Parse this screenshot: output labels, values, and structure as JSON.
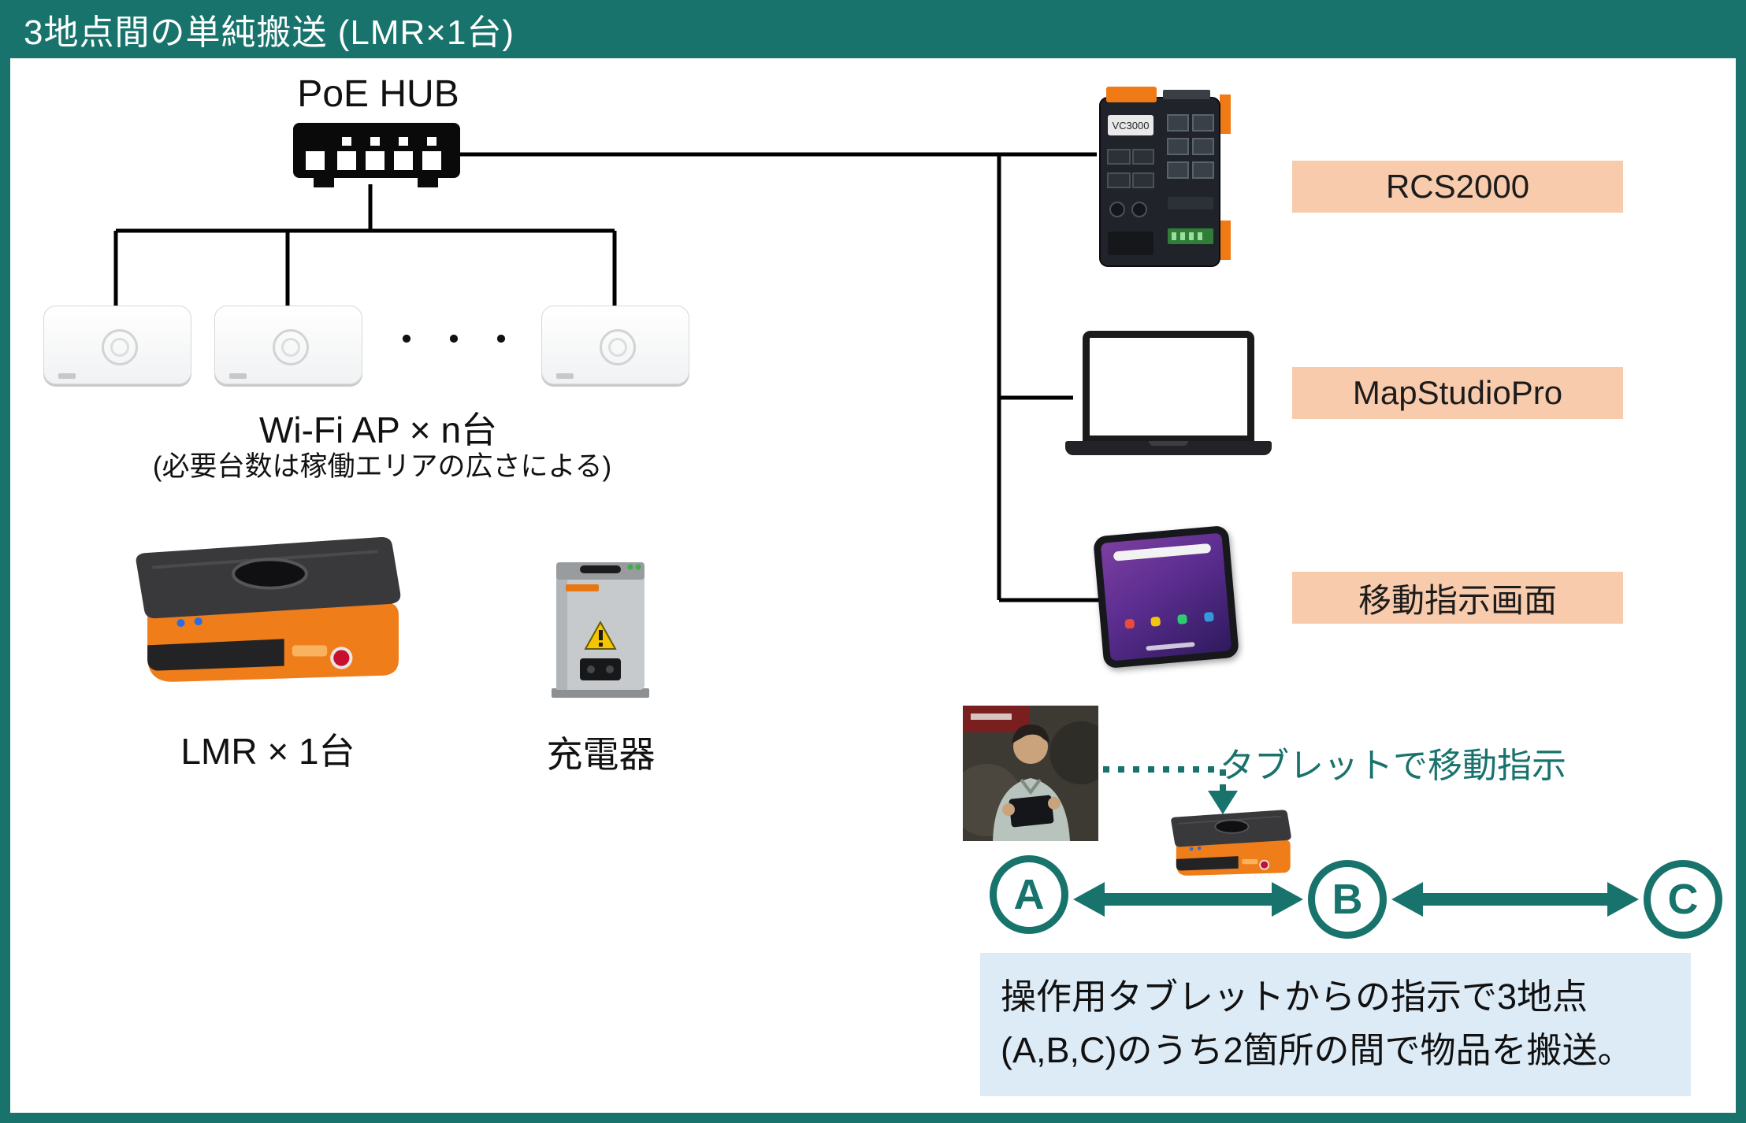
{
  "title_bar": {
    "title": "3地点間の単純搬送 (LMR×1台)"
  },
  "network": {
    "hub_label": "PoE HUB",
    "ap_dots": "・・・",
    "ap_label": "Wi-Fi AP × n台",
    "ap_note": "(必要台数は稼働エリアの広さによる)"
  },
  "equipment": {
    "lmr_label": "LMR × 1台",
    "charger_label": "充電器"
  },
  "software": {
    "rcs_label": "RCS2000",
    "rcs_badge": "VC3000",
    "map_label": "MapStudioPro",
    "screen_label": "移動指示画面"
  },
  "scenario": {
    "instruction": "タブレットで移動指示",
    "points": [
      "A",
      "B",
      "C"
    ],
    "description_line1": "操作用タブレットからの指示で3地点",
    "description_line2": "(A,B,C)のうち2箇所の間で物品を搬送。"
  },
  "colors": {
    "teal": "#17736C",
    "peach": "#F8CBAD",
    "light_blue": "#DDEBF7",
    "robot_orange": "#EF7D1A",
    "line_black": "#000000"
  }
}
